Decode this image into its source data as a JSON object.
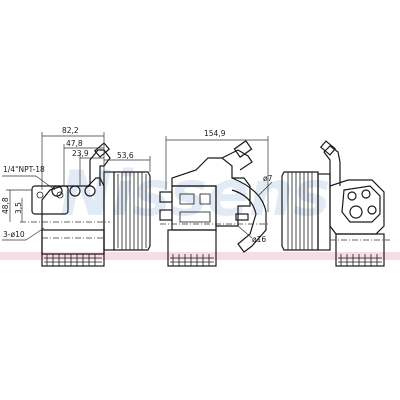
{
  "colors": {
    "line": "#1a1a1a",
    "watermark": "#c9d9ee",
    "accent_band": "#f3c9cf",
    "background": "#ffffff"
  },
  "watermark": {
    "text": "Nissens"
  },
  "dimensions": {
    "width_82_2": "82,2",
    "width_47_8": "47,8",
    "width_23_9": "23,9",
    "width_53_6": "53,6",
    "width_154_9": "154,9",
    "thread_npt": "1/4\"NPT-18",
    "height_48_8": "48,8",
    "height_3_5": "3,5",
    "holes_d10": "3-ø10",
    "pipe_d7": "ø7",
    "pipe_d16": "ø16"
  }
}
